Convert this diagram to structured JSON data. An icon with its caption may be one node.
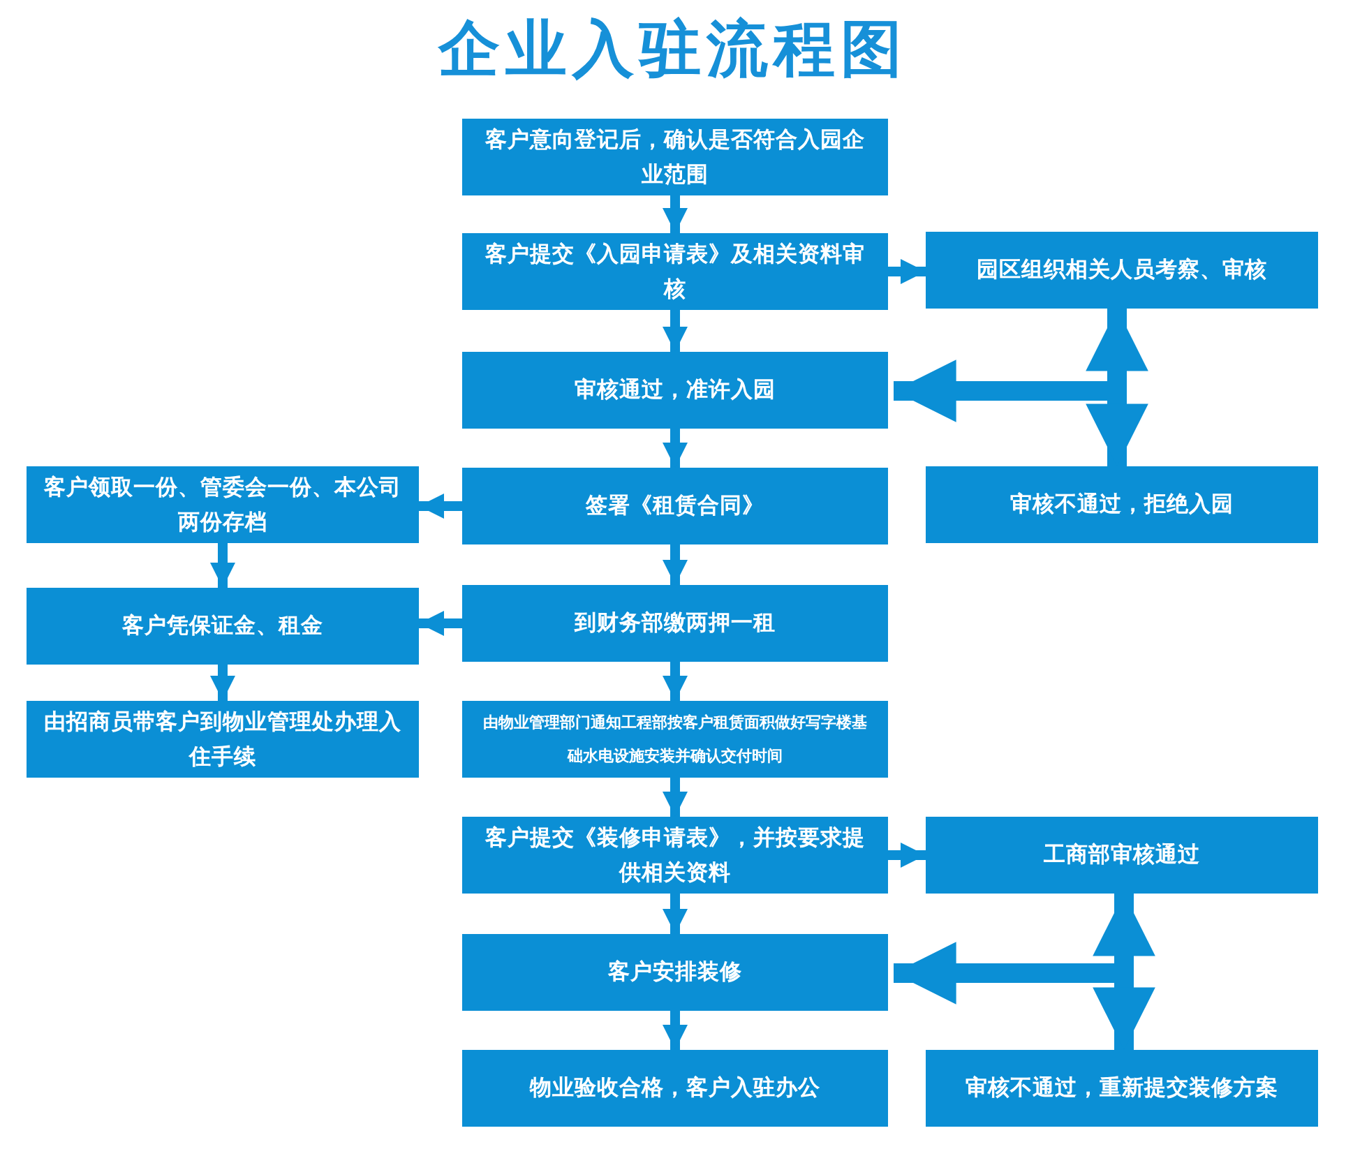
{
  "diagram": {
    "title": "企业入驻流程图",
    "nodes": [
      {
        "text": [
          "客户意向登记后，确认是否符合入园企业范围"
        ]
      },
      {
        "text": [
          "客户提交《入园申请表》及相关资料审核"
        ]
      },
      {
        "text": [
          "园区组织相关人员考察、审核"
        ]
      },
      {
        "text": [
          "审核通过，准许入园"
        ]
      },
      {
        "text": [
          "客户领取一份、管委会一份、本公司两份存档"
        ]
      },
      {
        "text": [
          "签署《租赁合同》"
        ]
      },
      {
        "text": [
          "审核不通过，拒绝入园"
        ]
      },
      {
        "text": [
          "客户凭保证金、租金"
        ]
      },
      {
        "text": [
          "到财务部缴两押一租"
        ]
      },
      {
        "text": [
          "由招商员带客户到物业管理处办理入住手续"
        ]
      },
      {
        "text": [
          "由物业管理部门通知工程部按客户租赁面积做好写字楼基础水电设施安装并确认交付时间"
        ]
      },
      {
        "text": [
          "客户提交《装修申请表》，并按要求提供相关资料"
        ]
      },
      {
        "text": [
          "工商部审核通过"
        ]
      },
      {
        "text": [
          "客户安排装修"
        ]
      },
      {
        "text": [
          "物业验收合格，客户入驻办公"
        ]
      },
      {
        "text": [
          "审核不通过，重新提交装修方案"
        ]
      }
    ],
    "edges": [
      {
        "from": 0,
        "to": 1,
        "arrow": "to"
      },
      {
        "from": 1,
        "to": 2,
        "arrow": "to"
      },
      {
        "from": 1,
        "to": 3,
        "arrow": "to"
      },
      {
        "from": 2,
        "to": 6,
        "arrow": "both",
        "style": "thick"
      },
      {
        "from": 2,
        "to": 3,
        "arrow": "to",
        "style": "thick"
      },
      {
        "from": 3,
        "to": 5,
        "arrow": "to"
      },
      {
        "from": 5,
        "to": 4,
        "arrow": "to"
      },
      {
        "from": 5,
        "to": 8,
        "arrow": "to"
      },
      {
        "from": 4,
        "to": 7,
        "arrow": "to"
      },
      {
        "from": 8,
        "to": 7,
        "arrow": "to"
      },
      {
        "from": 7,
        "to": 9,
        "arrow": "to"
      },
      {
        "from": 8,
        "to": 10,
        "arrow": "to"
      },
      {
        "from": 10,
        "to": 11,
        "arrow": "to"
      },
      {
        "from": 11,
        "to": 12,
        "arrow": "to"
      },
      {
        "from": 11,
        "to": 13,
        "arrow": "to"
      },
      {
        "from": 12,
        "to": 15,
        "arrow": "both",
        "style": "thick"
      },
      {
        "from": 12,
        "to": 13,
        "arrow": "to",
        "style": "thick"
      },
      {
        "from": 13,
        "to": 14,
        "arrow": "to"
      }
    ]
  }
}
